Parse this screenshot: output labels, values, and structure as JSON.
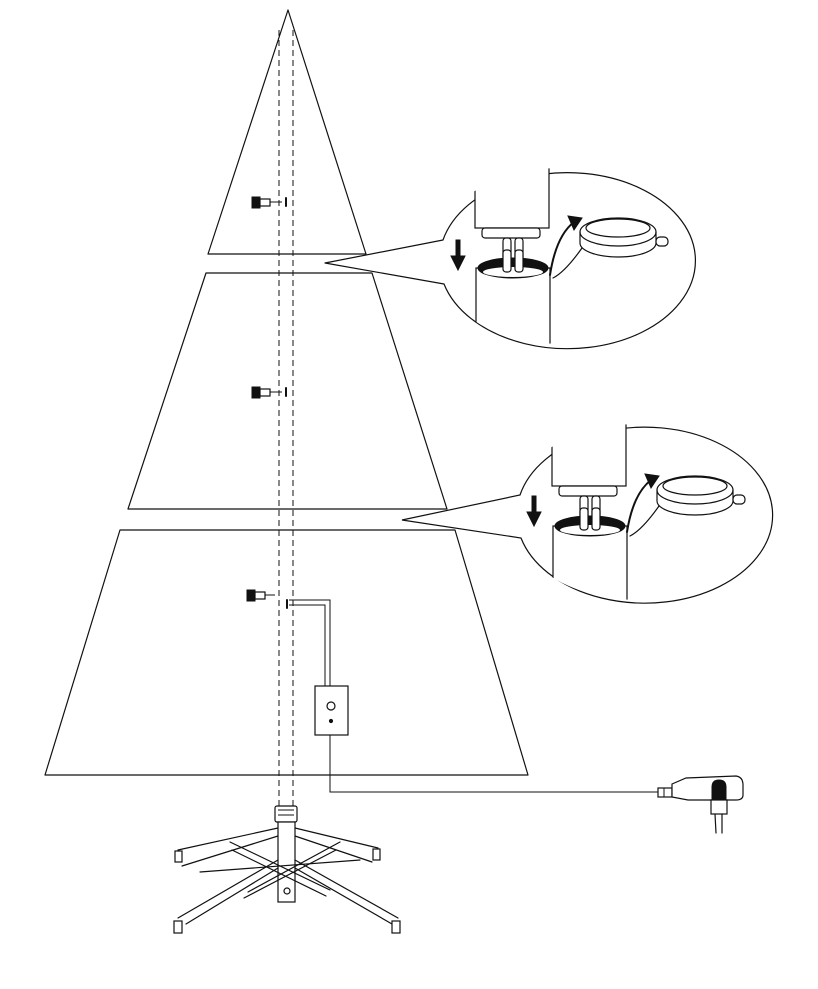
{
  "figure": {
    "background": "#ffffff",
    "stroke_color": "#111111",
    "tiers": [
      {
        "name": "top-section"
      },
      {
        "name": "middle-section"
      },
      {
        "name": "bottom-section"
      }
    ],
    "detail_callouts": [
      {
        "name": "upper-connection-detail",
        "icons": [
          "pole-insert-icon",
          "down-arrow-icon",
          "connector-cap-icon"
        ]
      },
      {
        "name": "lower-connection-detail",
        "icons": [
          "pole-insert-icon",
          "down-arrow-icon",
          "connector-cap-icon"
        ]
      }
    ],
    "parts": [
      "light-plug-icon",
      "controller-box-icon",
      "power-adapter-icon",
      "tree-stand-icon"
    ]
  }
}
